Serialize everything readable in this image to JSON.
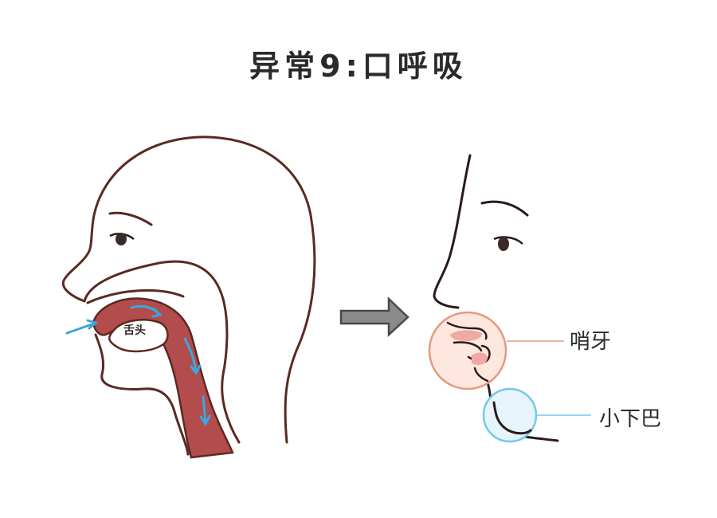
{
  "title": "异常9:口呼吸",
  "labels": {
    "tongue": "舌头",
    "bucked_teeth": "哨牙",
    "small_chin": "小下巴"
  },
  "colors": {
    "outline": "#5a2a22",
    "airway": "#b34c4c",
    "airflow": "#3aa7e0",
    "arrow": "#8a8a8a",
    "teeth_circle": "#e39a7e",
    "teeth_fill": "#fde7df",
    "chin_circle": "#76c7e8",
    "chin_fill": "#e6f5fb"
  }
}
